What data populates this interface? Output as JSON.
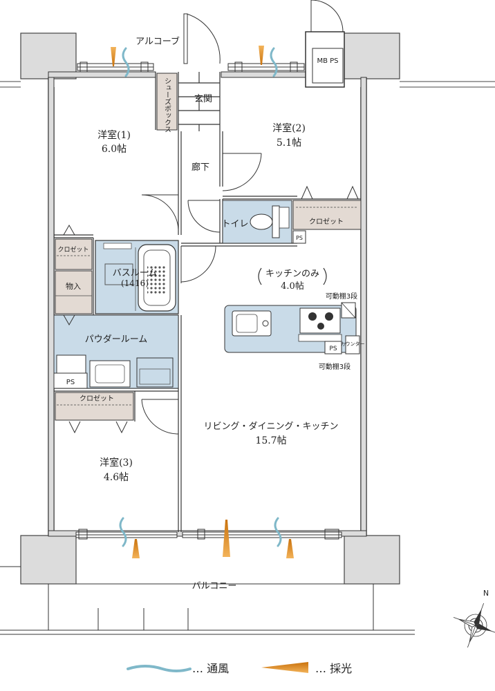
{
  "rooms": {
    "alcove": "アルコーブ",
    "mbps": "MB PS",
    "shoebox": "シューズボックス",
    "genkan": "玄関",
    "western1_name": "洋室(1)",
    "western1_size": "6.0帖",
    "western2_name": "洋室(2)",
    "western2_size": "5.1帖",
    "corridor": "廊下",
    "toilet": "トイレ",
    "closet": "クロゼット",
    "ps": "PS",
    "bathroom_name": "バスルーム",
    "bathroom_size": "(1416)",
    "storage": "物入",
    "kitchen_note": "キッチンのみ",
    "kitchen_size": "4.0帖",
    "shelf": "可動棚3段",
    "counter": "カウンター",
    "powder_room": "パウダールーム",
    "ldk_name": "リビング・ダイニング・キッチン",
    "ldk_size": "15.7帖",
    "western3_name": "洋室(3)",
    "western3_size": "4.6帖",
    "balcony": "バルコニー"
  },
  "compass": {
    "north": "N"
  },
  "legend": {
    "ventilation": "… 通風",
    "daylight": "… 採光",
    "ventilation_color": "#7fb8c9",
    "daylight_color": "#d98a1c"
  },
  "colors": {
    "wet_area": "#c9dbe8",
    "closet": "#e3dad3",
    "wall": "#dcdcdc"
  }
}
